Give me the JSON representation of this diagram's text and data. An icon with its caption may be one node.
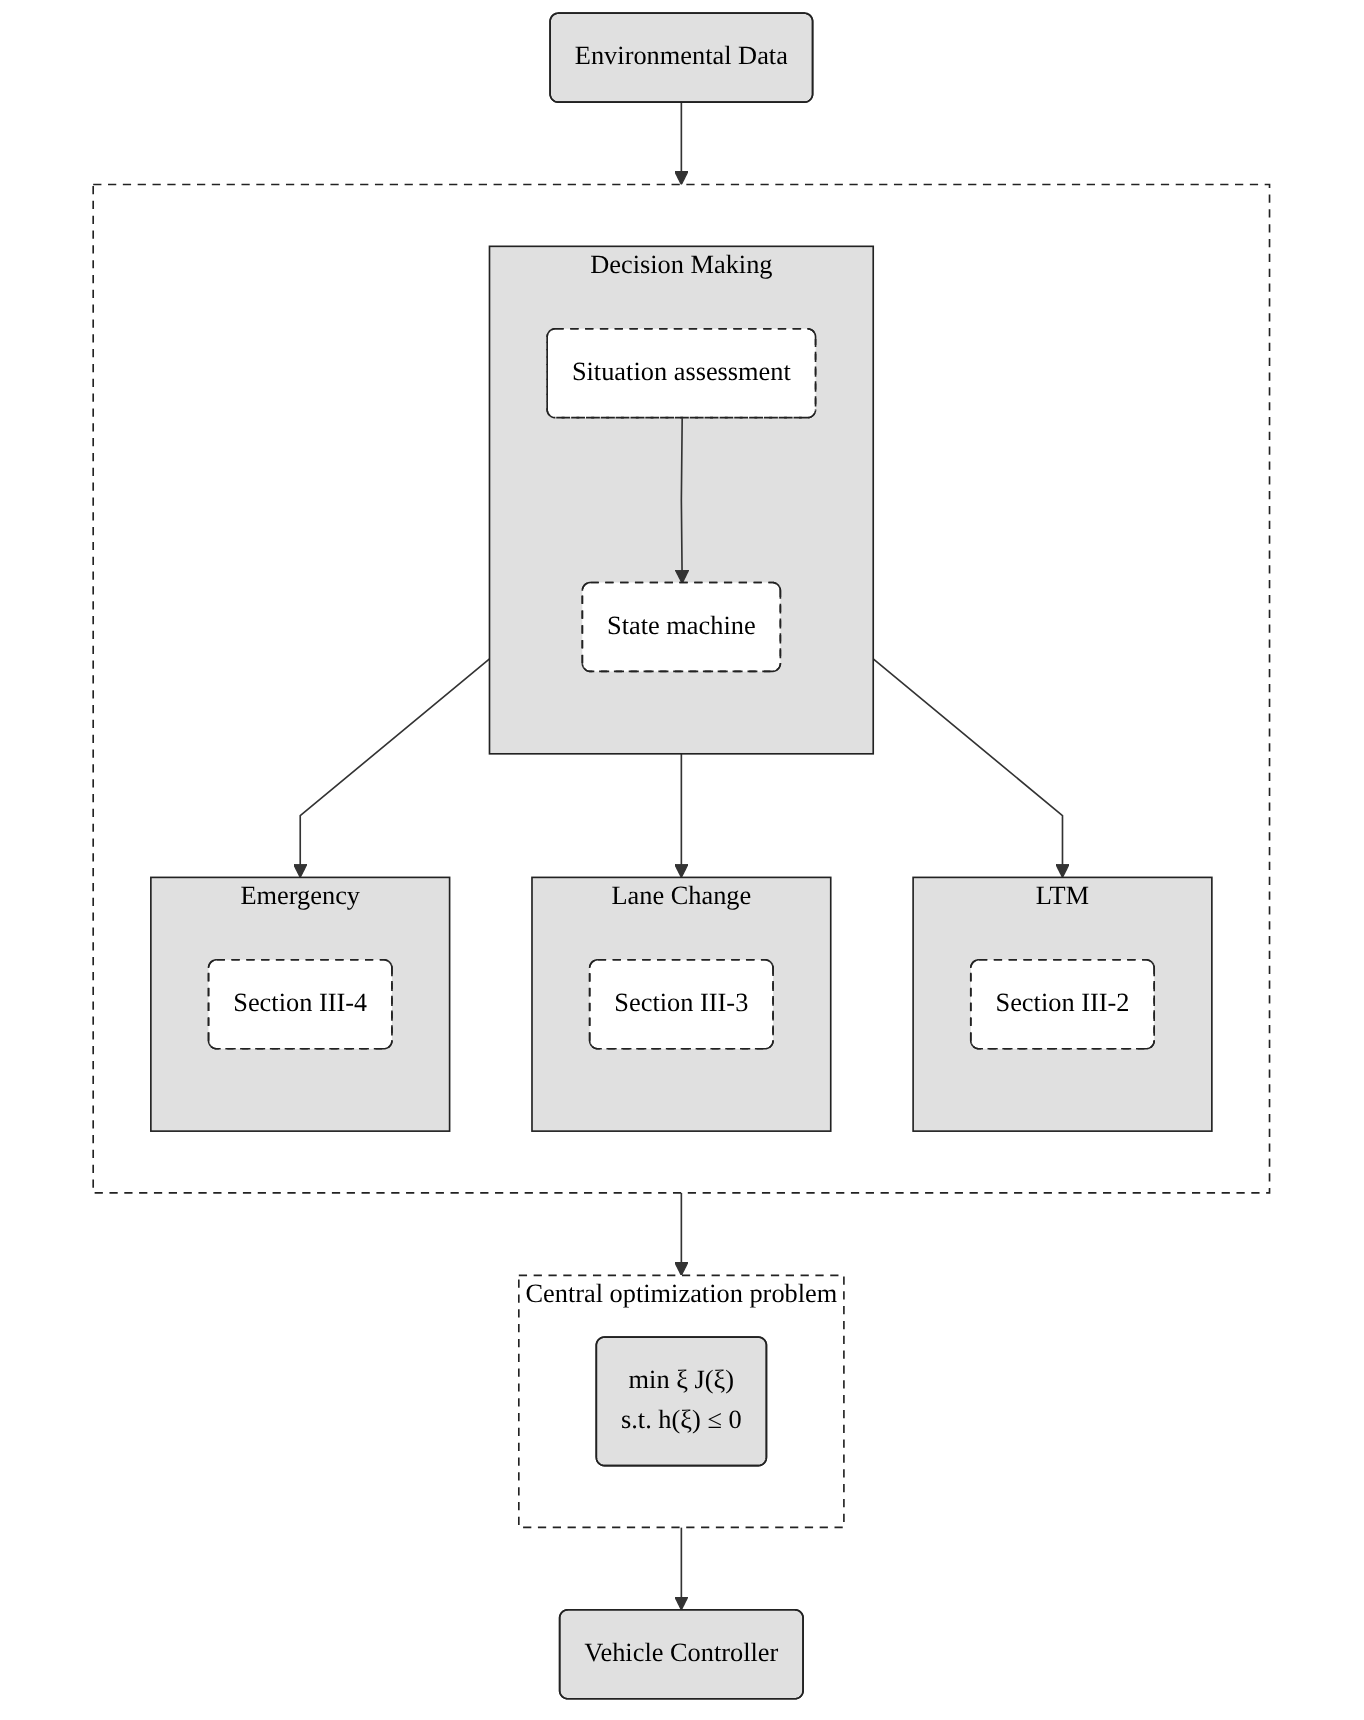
{
  "diagram": {
    "nodes": [
      {
        "text": [
          "Environmental Data"
        ]
      },
      {
        "text": [],
        "shape": "box"
      },
      {
        "text": [
          "Decision Making"
        ],
        "in": 1
      },
      {
        "text": [
          "Situation assessment"
        ],
        "in": 2
      },
      {
        "text": [
          "State machine"
        ],
        "in": 2
      },
      {
        "text": [
          "Lane Change"
        ],
        "in": 1
      },
      {
        "text": [
          "Section III-3"
        ],
        "in": 5
      },
      {
        "text": [
          "LTM"
        ],
        "in": 1
      },
      {
        "text": [
          "Section III-2"
        ],
        "in": 7
      },
      {
        "text": [
          "Emergency"
        ],
        "in": 1
      },
      {
        "text": [
          "Section III-4"
        ],
        "in": 9
      },
      {
        "text": [
          "Central optimization problem"
        ]
      },
      {
        "text": [
          "min ξ J(ξ)",
          "s.t. h(ξ) ≤ 0"
        ],
        "in": 11
      },
      {
        "text": [
          "Vehicle Controller"
        ]
      }
    ],
    "edges": [
      {
        "from": 0,
        "to": 1,
        "arrow": "to"
      },
      {
        "from": 3,
        "to": 4,
        "arrow": "to"
      },
      {
        "from": 2,
        "to": 5,
        "arrow": "to"
      },
      {
        "from": 2,
        "to": 7,
        "arrow": "to"
      },
      {
        "from": 2,
        "to": 9,
        "arrow": "to"
      },
      {
        "from": 1,
        "to": 11,
        "arrow": "to"
      },
      {
        "from": 11,
        "to": 13,
        "arrow": "to"
      }
    ]
  }
}
